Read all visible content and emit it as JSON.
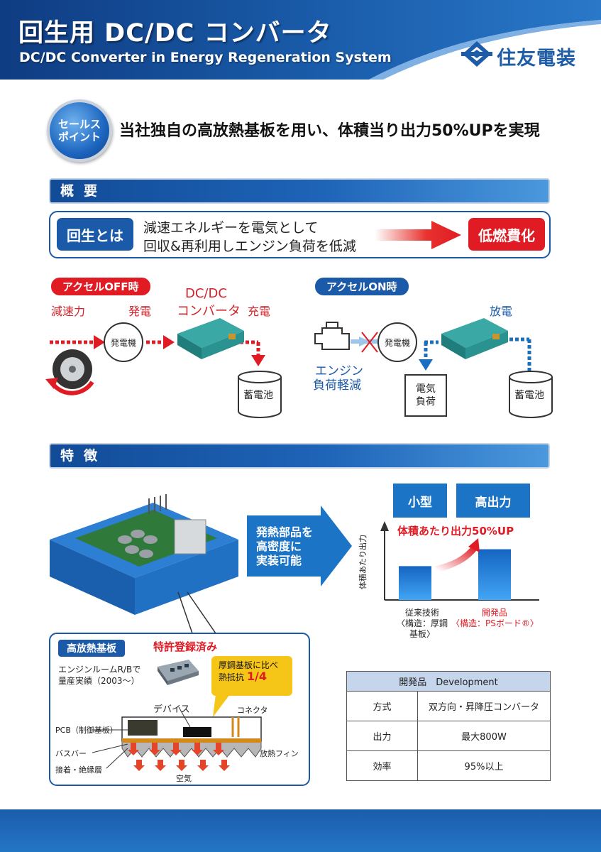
{
  "header": {
    "title": "回生用 DC/DC コンバータ",
    "subtitle": "DC/DC Converter in Energy Regeneration System",
    "logo_text": "住友電装"
  },
  "sales_point": {
    "badge_line1": "セールス",
    "badge_line2": "ポイント",
    "text": "当社独自の高放熱基板を用い、体積当り出力50%UPを実現"
  },
  "overview": {
    "section_title": "概要",
    "regen_label": "回生とは",
    "regen_line1": "減速エネルギーを電気として",
    "regen_line2": "回収&再利用しエンジン負荷を低減",
    "regen_result": "低燃費化"
  },
  "diagram_off": {
    "pill": "アクセルOFF時",
    "decel_label": "減速力",
    "gen_label": "発電",
    "converter_line1": "DC/DC",
    "converter_line2": "コンバータ",
    "charge_label": "充電",
    "generator": "発電機",
    "battery": "蓄電池"
  },
  "diagram_on": {
    "pill": "アクセルON時",
    "discharge_label": "放電",
    "generator": "発電機",
    "engine_line1": "エンジン",
    "engine_line2": "負荷軽減",
    "load_line1": "電気",
    "load_line2": "負荷",
    "battery": "蓄電池"
  },
  "features": {
    "section_title": "特徴",
    "arrow_line1": "発熱部品を",
    "arrow_line2": "高密度に",
    "arrow_line3": "実装可能",
    "tag_small": "小型",
    "tag_high_output": "高出力",
    "chart_highlight": "体積あたり出力50%UP",
    "ylabel": "体積あたり出力",
    "conv_label": "従来技術",
    "conv_struct": "〈構造：厚鋼基板〉",
    "dev_label": "開発品",
    "dev_struct": "〈構造：PSボード®〉"
  },
  "chart_data": {
    "type": "bar",
    "categories": [
      "従来技術",
      "開発品"
    ],
    "values": [
      1.0,
      1.5
    ],
    "title": "体積あたり出力50%UP",
    "xlabel": "",
    "ylabel": "体積あたり出力",
    "ylim": [
      0,
      2.1
    ],
    "colors": [
      "#1e88d8",
      "#1e88d8"
    ]
  },
  "board": {
    "tag": "高放熱基板",
    "patent": "特許登録済み",
    "mass_prod_line1": "エンジンルームR/Bで",
    "mass_prod_line2": "量産実績（2003〜）",
    "callout_line1": "厚鋼基板に比べ",
    "callout_line2": "熱抵抗",
    "callout_value": "1/4",
    "device": "デバイス",
    "connector": "コネクタ",
    "pcb": "PCB（制御基板）",
    "busbar": "バスバー",
    "adhesive": "接着・絶縁層",
    "fin": "放熱フィン",
    "air": "空気"
  },
  "spec_table": {
    "header": "開発品　Development",
    "rows": [
      {
        "label": "方式",
        "value": "双方向・昇降圧コンバータ"
      },
      {
        "label": "出力",
        "value": "最大800W"
      },
      {
        "label": "効率",
        "value": "95%以上"
      }
    ]
  },
  "colors": {
    "brand_blue": "#1b5aa8",
    "accent_red": "#e01b24",
    "bar_blue": "#1e88d8"
  }
}
